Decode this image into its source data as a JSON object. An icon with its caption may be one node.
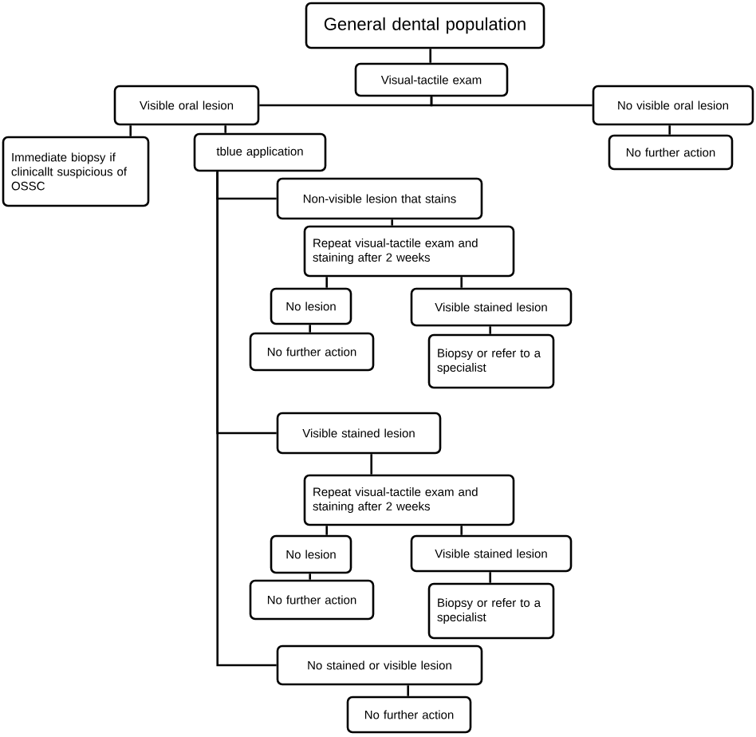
{
  "diagram": {
    "nodes": [
      {
        "text": [
          "General dental population"
        ]
      },
      {
        "text": [
          "Visual-tactile exam"
        ]
      },
      {
        "text": [
          "Visible oral lesion"
        ]
      },
      {
        "text": [
          "No visible oral lesion"
        ]
      },
      {
        "text": [
          "Immediate biopsy if clinicallt suspicious of OSSC"
        ]
      },
      {
        "text": [
          "No further action"
        ]
      },
      {
        "text": [
          "tblue application"
        ]
      },
      {
        "text": [
          "Non-visible lesion that stains"
        ]
      },
      {
        "text": [
          "Repeat visual-tactile exam and staining after 2 weeks"
        ]
      },
      {
        "text": [
          "No lesion"
        ]
      },
      {
        "text": [
          "Visible stained lesion"
        ]
      },
      {
        "text": [
          "No further action"
        ]
      },
      {
        "text": [
          "Biopsy or refer to a specialist"
        ]
      },
      {
        "text": [
          "Visible stained lesion"
        ]
      },
      {
        "text": [
          "Repeat visual-tactile exam and staining after 2 weeks"
        ]
      },
      {
        "text": [
          "No lesion"
        ]
      },
      {
        "text": [
          "Visible stained lesion"
        ]
      },
      {
        "text": [
          "No further action"
        ]
      },
      {
        "text": [
          "Biopsy or refer to a specialist"
        ]
      },
      {
        "text": [
          "No stained or visible lesion"
        ]
      },
      {
        "text": [
          "No further action"
        ]
      }
    ],
    "edges": [
      {
        "from": 0,
        "to": 1,
        "arrow": "none"
      },
      {
        "from": 1,
        "to": 2,
        "arrow": "none"
      },
      {
        "from": 1,
        "to": 3,
        "arrow": "none"
      },
      {
        "from": 2,
        "to": 4,
        "arrow": "none"
      },
      {
        "from": 2,
        "to": 6,
        "arrow": "none"
      },
      {
        "from": 3,
        "to": 5,
        "arrow": "none"
      },
      {
        "from": 6,
        "to": 7,
        "arrow": "none"
      },
      {
        "from": 6,
        "to": 13,
        "arrow": "none"
      },
      {
        "from": 6,
        "to": 19,
        "arrow": "none"
      },
      {
        "from": 7,
        "to": 8,
        "arrow": "none"
      },
      {
        "from": 8,
        "to": 9,
        "arrow": "none"
      },
      {
        "from": 8,
        "to": 10,
        "arrow": "none"
      },
      {
        "from": 9,
        "to": 11,
        "arrow": "none"
      },
      {
        "from": 10,
        "to": 12,
        "arrow": "none"
      },
      {
        "from": 13,
        "to": 14,
        "arrow": "none"
      },
      {
        "from": 14,
        "to": 15,
        "arrow": "none"
      },
      {
        "from": 14,
        "to": 16,
        "arrow": "none"
      },
      {
        "from": 15,
        "to": 17,
        "arrow": "none"
      },
      {
        "from": 16,
        "to": 18,
        "arrow": "none"
      },
      {
        "from": 19,
        "to": 20,
        "arrow": "none"
      }
    ]
  }
}
